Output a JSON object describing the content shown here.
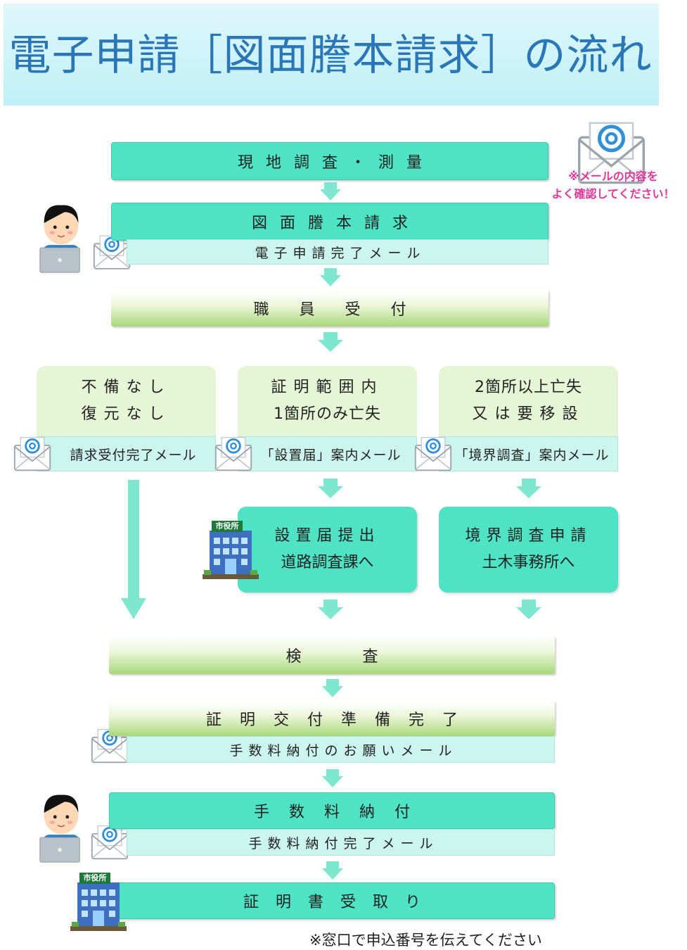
{
  "title": "電子申請［図面謄本請求］の流れ",
  "note": {
    "line1": "※メールの内容を",
    "line2": "よく確認してください！"
  },
  "steps": {
    "survey": "現地調査・測量",
    "request": "図面謄本請求",
    "request_mail": "電子申請完了メール",
    "staff": "職 員 受 付",
    "inspection": "検 査",
    "ready": "証明交付準備完了",
    "fee_mail": "手数料納付のお願いメール",
    "pay": "手数料納付",
    "pay_mail": "手数料納付完了メール",
    "receive": "証明書受取り"
  },
  "branches": {
    "a": {
      "line1": "不備なし",
      "line2": "復元なし",
      "mail": "請求受付完了メール"
    },
    "b": {
      "line1": "証明範囲内",
      "line2": "1箇所のみ亡失",
      "mail": "「設置届」案内メール",
      "next1": "設置届提出",
      "next2": "道路調査課へ"
    },
    "c": {
      "line1": "2箇所以上亡失",
      "line2": "又は要移設",
      "mail": "「境界調査」案内メール",
      "next1": "境界調査申請",
      "next2": "土木事務所へ"
    }
  },
  "city_hall_sign": "市役所",
  "footer": "※窓口で申込番号を伝えてください",
  "colors": {
    "teal": "#4fe3c5",
    "mint": "#ccf5ee",
    "pale_green": "#e6f5d6",
    "title_blue": "#2a76b6",
    "note_pink": "#e0389a"
  },
  "icons": [
    "person-laptop-icon",
    "email-at-icon",
    "city-hall-icon"
  ]
}
